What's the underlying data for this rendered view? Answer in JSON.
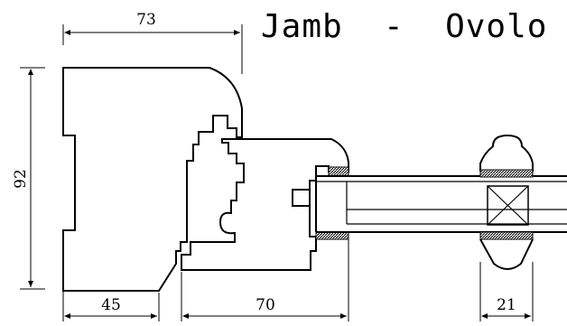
{
  "title": "Jamb  -  Ovolo",
  "dimensions": {
    "top_width": "73",
    "height": "92",
    "bottom_left": "45",
    "bottom_mid": "70",
    "bottom_right": "21"
  }
}
